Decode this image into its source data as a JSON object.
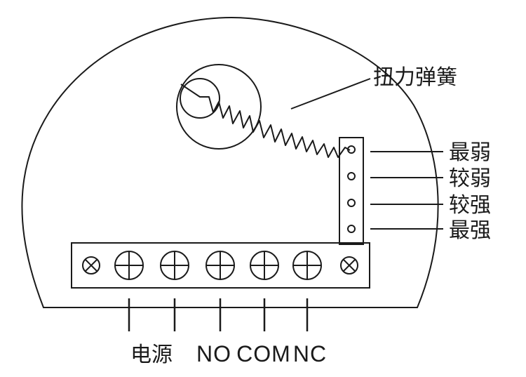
{
  "spring_label": "扭力弹簧",
  "strength_levels": [
    {
      "label": "最弱"
    },
    {
      "label": "较弱"
    },
    {
      "label": "较强"
    },
    {
      "label": "最强"
    }
  ],
  "terminals": [
    {
      "type": "screw-x"
    },
    {
      "type": "screw-plus",
      "label": "电源"
    },
    {
      "type": "screw-plus",
      "label": ""
    },
    {
      "type": "screw-plus",
      "label": "NO"
    },
    {
      "type": "screw-plus",
      "label": "COM"
    },
    {
      "type": "screw-plus",
      "label": "NC"
    },
    {
      "type": "screw-x"
    }
  ],
  "colors": {
    "stroke": "#1a1a1a",
    "background": "#ffffff"
  }
}
